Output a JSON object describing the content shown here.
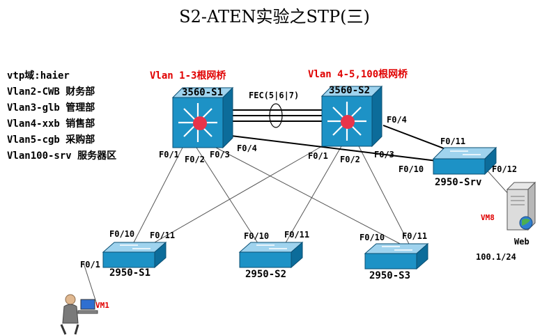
{
  "title": "S2-ATEN实验之STP(三)",
  "legend": [
    "vtp域:haier",
    "Vlan2-CWB 财务部",
    "Vlan3-glb 管理部",
    "Vlan4-xxb 销售部",
    "Vlan5-cgb 采购部",
    "Vlan100-srv 服务器区"
  ],
  "root_labels": {
    "s1": "Vlan 1-3根网桥",
    "s2": "Vlan 4-5,100根网桥"
  },
  "devices": {
    "core1": "3560-S1",
    "core2": "3560-S2",
    "acc1": "2950-S1",
    "acc2": "2950-S2",
    "acc3": "2950-S3",
    "srv": "2950-Srv",
    "web": "Web"
  },
  "fec_label": "FEC(5|6|7)",
  "ports": {
    "c1_f01": "F0/1",
    "c1_f02": "F0/2",
    "c1_f03": "F0/3",
    "c1_f04": "F0/4",
    "c2_f01": "F0/1",
    "c2_f02": "F0/2",
    "c2_f03": "F0/3",
    "c2_f04": "F0/4",
    "srv_f011": "F0/11",
    "srv_f010": "F0/10",
    "srv_f012": "F0/12",
    "a1_f010": "F0/10",
    "a1_f011": "F0/11",
    "a1_f01": "F0/1",
    "a2_f010": "F0/10",
    "a2_f011": "F0/11",
    "a3_f010": "F0/10",
    "a3_f011": "F0/11"
  },
  "vm_labels": {
    "vm8": "VM8",
    "vm1": "VM1"
  },
  "server_ip": "100.1/24",
  "colors": {
    "switch_body": "#1d92c6",
    "switch_side": "#0c6c9a",
    "core_top": "#5fb2dc",
    "root_dot": "#e8344a",
    "link": "#555555",
    "accent_red": "#e00000"
  }
}
